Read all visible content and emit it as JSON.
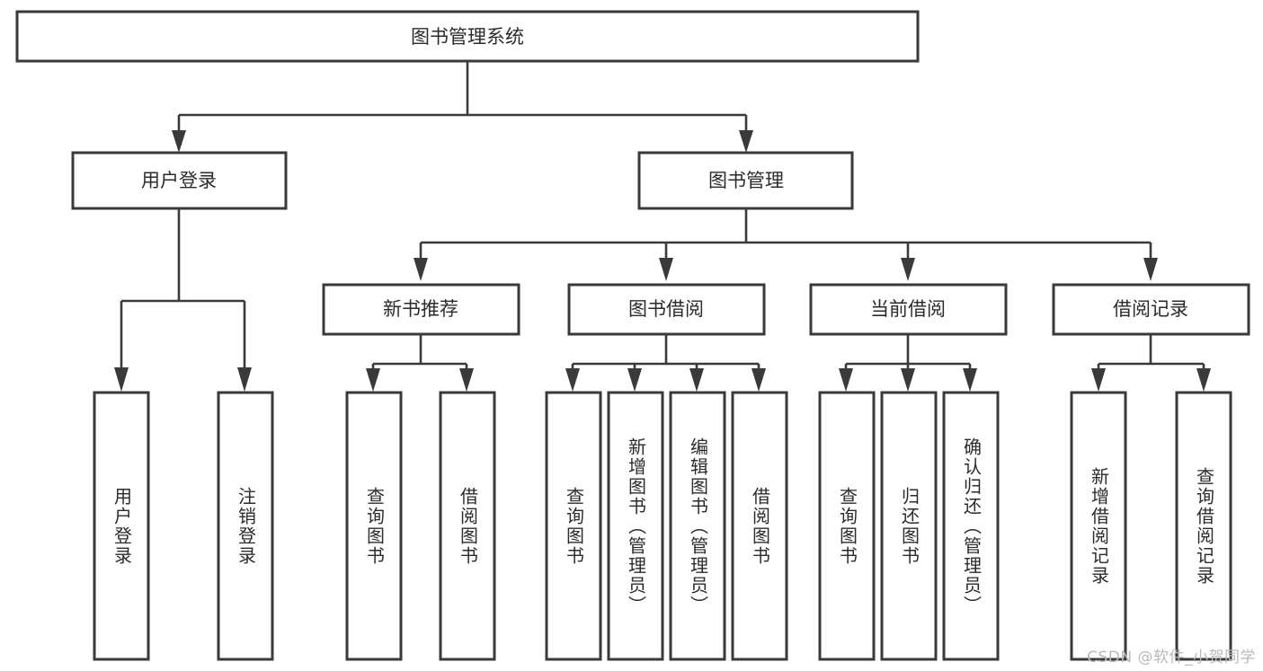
{
  "diagram": {
    "type": "hierarchical-tree",
    "title": "图书管理系统",
    "background_color": "#ffffff",
    "stroke_color": "#3a3a3c",
    "text_color": "#2b2b2b",
    "watermark": "CSDN @软件_小贺同学",
    "levels": [
      {
        "level": 1,
        "nodes": [
          {
            "id": "root",
            "label": "图书管理系统",
            "orientation": "horizontal"
          }
        ]
      },
      {
        "level": 2,
        "nodes": [
          {
            "id": "user-login",
            "label": "用户登录",
            "orientation": "horizontal",
            "parent": "root"
          },
          {
            "id": "book-manage",
            "label": "图书管理",
            "orientation": "horizontal",
            "parent": "root"
          }
        ]
      },
      {
        "level": 3,
        "nodes": [
          {
            "id": "new-book-rec",
            "label": "新书推荐",
            "orientation": "horizontal",
            "parent": "book-manage"
          },
          {
            "id": "book-borrow",
            "label": "图书借阅",
            "orientation": "horizontal",
            "parent": "book-manage"
          },
          {
            "id": "current-borrow",
            "label": "当前借阅",
            "orientation": "horizontal",
            "parent": "book-manage"
          },
          {
            "id": "borrow-record",
            "label": "借阅记录",
            "orientation": "horizontal",
            "parent": "book-manage"
          }
        ]
      },
      {
        "level": 4,
        "nodes": [
          {
            "id": "leaf-user-login",
            "label": "用户登录",
            "orientation": "vertical",
            "parent": "user-login"
          },
          {
            "id": "leaf-logout",
            "label": "注销登录",
            "orientation": "vertical",
            "parent": "user-login"
          },
          {
            "id": "leaf-query-book-1",
            "label": "查询图书",
            "orientation": "vertical",
            "parent": "new-book-rec"
          },
          {
            "id": "leaf-borrow-book-1",
            "label": "借阅图书",
            "orientation": "vertical",
            "parent": "new-book-rec"
          },
          {
            "id": "leaf-query-book-2",
            "label": "查询图书",
            "orientation": "vertical",
            "parent": "book-borrow"
          },
          {
            "id": "leaf-add-book",
            "label": "新增图书（管理员）",
            "orientation": "vertical",
            "parent": "book-borrow"
          },
          {
            "id": "leaf-edit-book",
            "label": "编辑图书（管理员）",
            "orientation": "vertical",
            "parent": "book-borrow"
          },
          {
            "id": "leaf-borrow-book-2",
            "label": "借阅图书",
            "orientation": "vertical",
            "parent": "book-borrow"
          },
          {
            "id": "leaf-query-book-3",
            "label": "查询图书",
            "orientation": "vertical",
            "parent": "current-borrow"
          },
          {
            "id": "leaf-return-book",
            "label": "归还图书",
            "orientation": "vertical",
            "parent": "current-borrow"
          },
          {
            "id": "leaf-confirm-return",
            "label": "确认归还（管理员）",
            "orientation": "vertical",
            "parent": "current-borrow"
          },
          {
            "id": "leaf-add-record",
            "label": "新增借阅记录",
            "orientation": "vertical",
            "parent": "borrow-record"
          },
          {
            "id": "leaf-query-record",
            "label": "查询借阅记录",
            "orientation": "vertical",
            "parent": "borrow-record"
          }
        ]
      }
    ]
  }
}
